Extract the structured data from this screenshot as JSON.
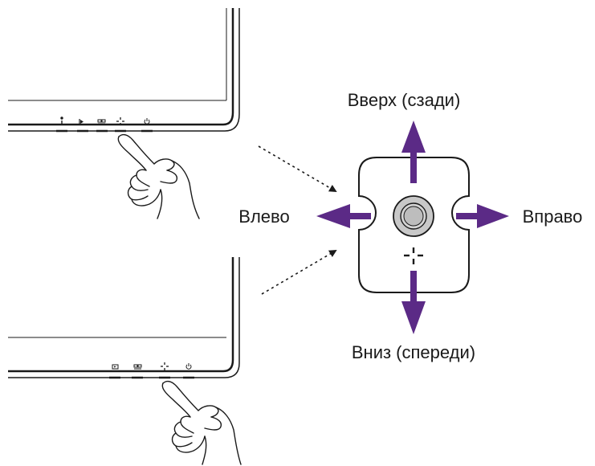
{
  "directions": {
    "up": "Вверх (сзади)",
    "left": "Влево",
    "right": "Вправо",
    "down": "Вниз (спереди)"
  },
  "colors": {
    "arrow": "#5b2a86",
    "line": "#1a1a1a",
    "joystick_fill": "#c8c8c8"
  },
  "icons": {
    "top_monitor_buttons": [
      "info-icon",
      "input-icon",
      "mode-icon",
      "joystick-icon",
      "power-icon"
    ],
    "bottom_monitor_buttons": [
      "input-icon",
      "mode-icon",
      "joystick-icon",
      "power-icon"
    ]
  }
}
